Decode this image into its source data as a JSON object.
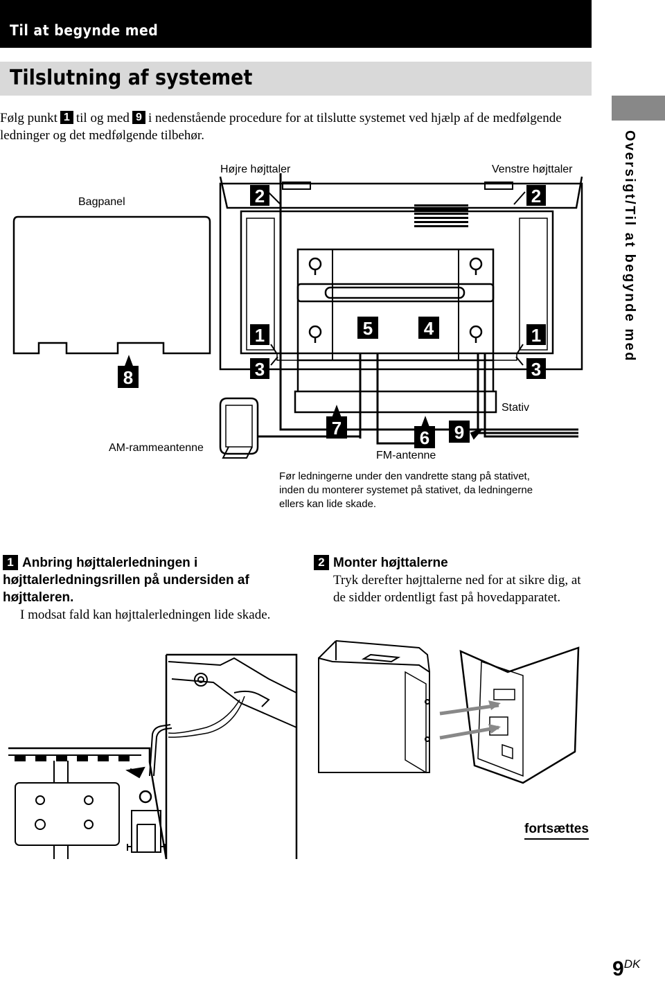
{
  "header": {
    "section": "Til at begynde med",
    "title": "Tilslutning af systemet"
  },
  "intro": {
    "part1": "Følg punkt",
    "from_num": "1",
    "part2": "til og med",
    "to_num": "9",
    "part3": "i nedenstående procedure for at tilslutte systemet ved hjælp af de medfølgende ledninger og det medfølgende tilbehør."
  },
  "side_tab": {
    "text": "Oversigt/Til at begynde med"
  },
  "diagram": {
    "labels": {
      "back_panel": "Bagpanel",
      "right_speaker": "Højre højttaler",
      "left_speaker": "Venstre højttaler",
      "stand": "Stativ",
      "am_antenna": "AM-rammeantenne",
      "fm_antenna": "FM-antenne"
    },
    "callouts": [
      "1",
      "2",
      "3",
      "4",
      "5",
      "6",
      "7",
      "8",
      "9"
    ],
    "note": "Før ledningerne under den vandrette stang på stativet, inden du monterer systemet på stativet, da ledningerne ellers kan lide skade."
  },
  "steps": [
    {
      "num": "1",
      "heading": "Anbring højttalerledningen i højttalerledningsrillen på undersiden af højttaleren.",
      "body": "I modsat fald kan højttalerledningen lide skade."
    },
    {
      "num": "2",
      "heading": "Monter højttalerne",
      "body": "Tryk derefter højttalerne ned for at sikre dig, at de sidder ordentligt fast på hovedapparatet."
    }
  ],
  "footer": {
    "continue": "fortsættes",
    "page": "9",
    "page_suffix": "DK"
  },
  "colors": {
    "black": "#000000",
    "title_bar": "#d9d9d9",
    "side_tab": "#888888",
    "arrow_gray": "#888888"
  }
}
